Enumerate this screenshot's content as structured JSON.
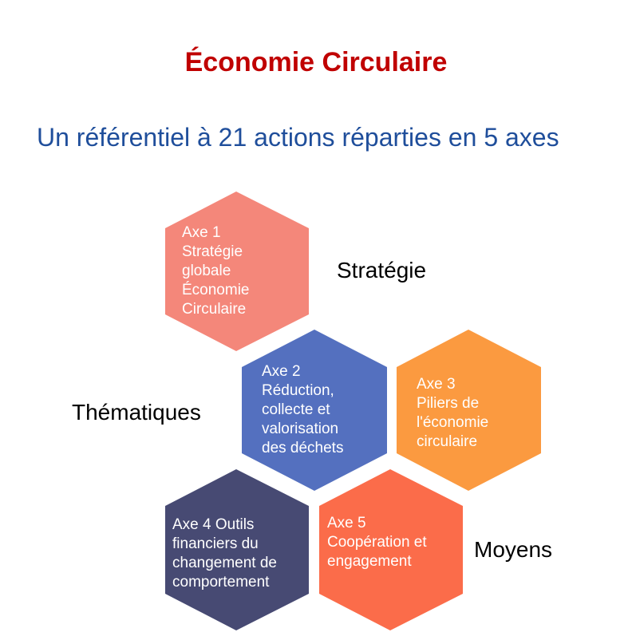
{
  "title": "Économie Circulaire",
  "subtitle": "Un référentiel à 21 actions réparties en 5 axes",
  "colors": {
    "title": "#c00000",
    "subtitle": "#1f4e9b",
    "axe1": "#f4877a",
    "axe2": "#5470bf",
    "axe3": "#fb9a40",
    "axe4": "#474a73",
    "axe5": "#fb6c4a"
  },
  "axes": [
    {
      "lines": [
        "Axe 1",
        "Stratégie",
        "globale",
        "Économie",
        "Circulaire"
      ]
    },
    {
      "lines": [
        "Axe 2",
        "Réduction,",
        "collecte et",
        "valorisation",
        "des déchets"
      ]
    },
    {
      "lines": [
        "Axe 3",
        "Piliers de",
        "l'économie",
        "circulaire"
      ]
    },
    {
      "lines": [
        "Axe 4 Outils",
        "financiers du",
        "changement de",
        "comportement"
      ]
    },
    {
      "lines": [
        "Axe 5",
        "Coopération et",
        "engagement"
      ]
    }
  ],
  "labels": {
    "strategie": "Stratégie",
    "thematiques": "Thématiques",
    "moyens": "Moyens"
  }
}
